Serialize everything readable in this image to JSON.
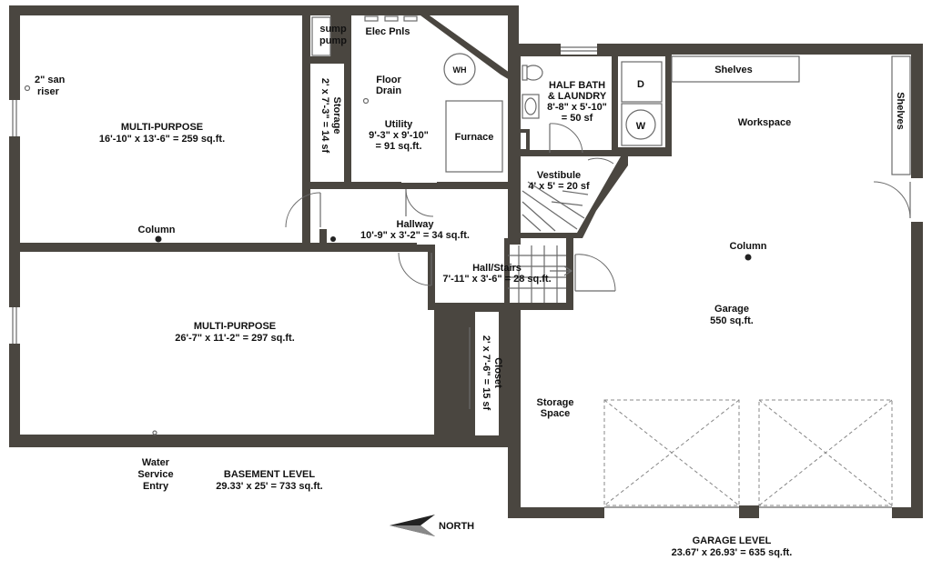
{
  "rooms": {
    "multi_upper": {
      "name": "MULTI-PURPOSE",
      "dims": "16'-10\" x 13'-6\" = 259 sq.ft."
    },
    "multi_lower": {
      "name": "MULTI-PURPOSE",
      "dims": "26'-7\" x 11'-2\" = 297 sq.ft."
    },
    "storage_small": {
      "name": "Storage",
      "dims": "2' x 7'-3\" = 14 sf"
    },
    "utility": {
      "name": "Utility",
      "dims": "9'-3\" x 9'-10\"",
      "area": "= 91 sq.ft."
    },
    "half_bath": {
      "line1": "HALF BATH",
      "line2": "& LAUNDRY",
      "dims": "8'-8\" x 5'-10\"",
      "area": "= 50 sf"
    },
    "vestibule": {
      "name": "Vestibule",
      "dims": "4' x 5' = 20 sf"
    },
    "hallway": {
      "name": "Hallway",
      "dims": "10'-9\" x 3'-2\" = 34 sq.ft."
    },
    "hall_stairs": {
      "name": "Hall/Stairs",
      "dims": "7'-11\" x 3'-6\" = 28 sq.ft."
    },
    "closet": {
      "name": "Closet",
      "dims": "2' x 7'-6\" = 15 sf"
    },
    "garage": {
      "name": "Garage",
      "area": "550 sq.ft."
    }
  },
  "fixtures": {
    "sump_line1": "sump",
    "sump_line2": "pump",
    "elec": "Elec Pnls",
    "floor_drain_line1": "Floor",
    "floor_drain_line2": "Drain",
    "water_heater": "WH",
    "furnace": "Furnace",
    "dryer": "D",
    "washer": "W",
    "san_riser_line1": "2\" san",
    "san_riser_line2": "riser",
    "column_basement": "Column",
    "column_garage": "Column",
    "shelves_top": "Shelves",
    "shelves_right": "Shelves",
    "workspace": "Workspace",
    "storage_space_line1": "Storage",
    "storage_space_line2": "Space",
    "water_line1": "Water",
    "water_line2": "Service",
    "water_line3": "Entry"
  },
  "levels": {
    "basement_title": "BASEMENT LEVEL",
    "basement_dims": "29.33' x 25' = 733 sq.ft.",
    "garage_title": "GARAGE LEVEL",
    "garage_dims": "23.67' x 26.93' = 635 sq.ft."
  },
  "compass": {
    "label": "NORTH"
  },
  "colors": {
    "wall": "#4a4640",
    "line": "#6b6b6b"
  }
}
